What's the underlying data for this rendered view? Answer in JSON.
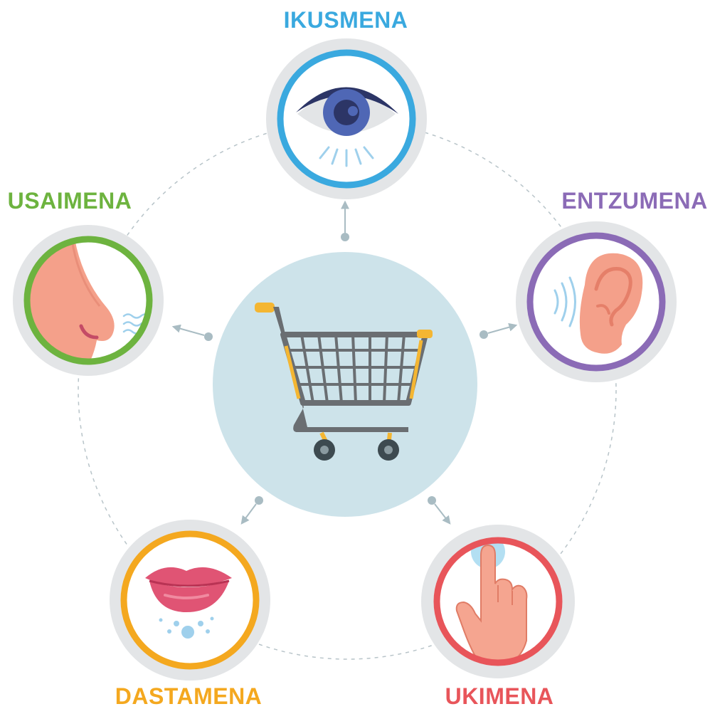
{
  "center": {
    "icon": "shopping-cart-icon"
  },
  "senses": [
    {
      "key": "sight",
      "label": "IKUSMENA",
      "color": "#3aa9df",
      "icon": "eye-icon"
    },
    {
      "key": "hearing",
      "label": "ENTZUMENA",
      "color": "#8b6bb6",
      "icon": "ear-icon"
    },
    {
      "key": "touch",
      "label": "UKIMENA",
      "color": "#e8555a",
      "icon": "pointing-hand-icon"
    },
    {
      "key": "taste",
      "label": "DASTAMENA",
      "color": "#f4a81f",
      "icon": "lips-icon"
    },
    {
      "key": "smell",
      "label": "USAIMENA",
      "color": "#6db33f",
      "icon": "nose-icon"
    }
  ],
  "colors": {
    "center_fill": "#cde3ea",
    "ring_bg": "#e3e5e7",
    "connector": "#a9bcc3"
  }
}
